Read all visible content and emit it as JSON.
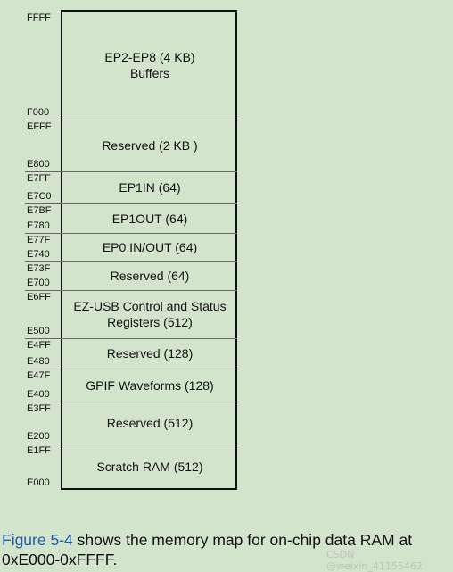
{
  "regions": [
    {
      "hi": "FFFF",
      "lo": "F000",
      "label": "EP2-EP8 (4 KB)\nBuffers"
    },
    {
      "hi": "EFFF",
      "lo": "E800",
      "label": "Reserved (2 KB )"
    },
    {
      "hi": "E7FF",
      "lo": "E7C0",
      "label": "EP1IN (64)"
    },
    {
      "hi": "E7BF",
      "lo": "E780",
      "label": "EP1OUT (64)"
    },
    {
      "hi": "E77F",
      "lo": "E740",
      "label": "EP0 IN/OUT (64)"
    },
    {
      "hi": "E73F",
      "lo": "E700",
      "label": "Reserved (64)"
    },
    {
      "hi": "E6FF",
      "lo": "E500",
      "label": "EZ-USB Control and Status\nRegisters  (512)"
    },
    {
      "hi": "E4FF",
      "lo": "E480",
      "label": "Reserved (128)"
    },
    {
      "hi": "E47F",
      "lo": "E400",
      "label": "GPIF Waveforms (128)"
    },
    {
      "hi": "E3FF",
      "lo": "E200",
      "label": "Reserved (512)"
    },
    {
      "hi": "E1FF",
      "lo": "E000",
      "label": "Scratch RAM (512)"
    }
  ],
  "caption": {
    "link": "Figure 5-4",
    "text": " shows the memory map for on-chip data RAM at 0xE000-0xFFFF."
  },
  "watermark": "CSDN @weixin_41155462"
}
